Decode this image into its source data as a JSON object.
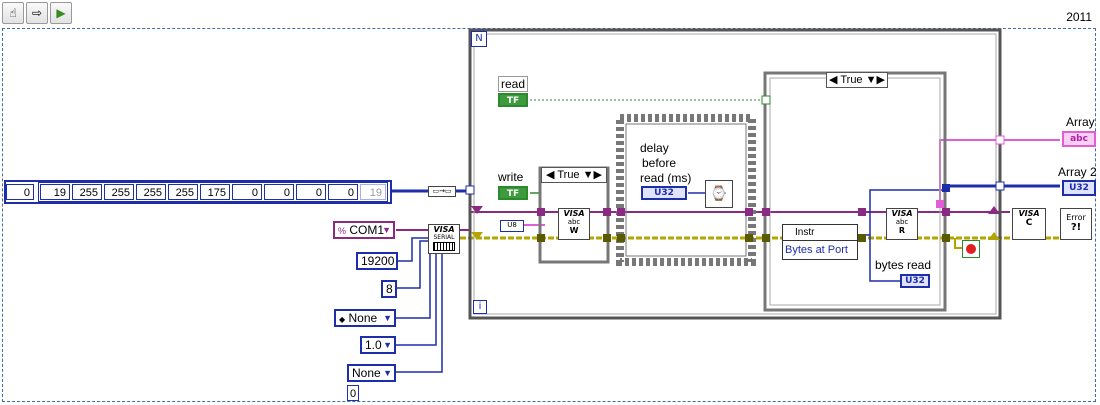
{
  "toolbar": {
    "items": [
      {
        "icon": "probe-hand-icon"
      },
      {
        "icon": "run-arrow-icon"
      },
      {
        "icon": "build-wizard-icon"
      }
    ]
  },
  "version_label": "2011",
  "array_constant": {
    "index": "0",
    "values": [
      "19",
      "255",
      "255",
      "255",
      "255",
      "175",
      "0",
      "0",
      "0",
      "0",
      "19"
    ]
  },
  "controls": {
    "resource": "COM1",
    "baud_rate": "19200",
    "data_bits": "8",
    "parity": "None",
    "stop_bits": "1.0",
    "flow_control": "None",
    "flow_index": "0"
  },
  "loop": {
    "stop_label": "N",
    "iteration_label": "i"
  },
  "labels": {
    "read": "read",
    "write": "write",
    "delay_line1": "delay",
    "delay_line2": "before",
    "delay_line3": "read (ms)",
    "bytes_read": "bytes read",
    "array_out": "Array",
    "array2_out": "Array 2"
  },
  "terminals": {
    "tf": "TF",
    "u32": "U32",
    "abc": "abc",
    "u8": "U8"
  },
  "case_structures": {
    "write_case": "True",
    "read_case": "True"
  },
  "functions": {
    "visa": "VISA",
    "serial": "SERIAL",
    "write_node": "W",
    "read_node": "R",
    "close_node": "C",
    "instr": "Instr",
    "bytes_at_port": "Bytes at Port",
    "error": "Error"
  },
  "colors": {
    "wire_purple": "#8b2a82",
    "wire_error": "#b3a400",
    "wire_blue": "#1e2ea8",
    "wire_green": "#2c8a2c",
    "wire_pink": "#e05fd6",
    "frame_gray": "#7a7a7a",
    "border_dash": "#3f6fa8"
  }
}
